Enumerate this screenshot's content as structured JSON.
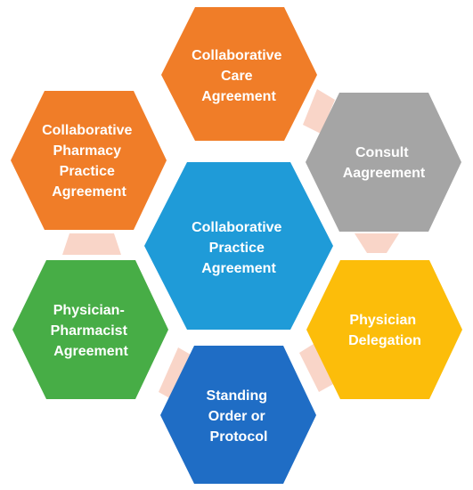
{
  "hexagons": {
    "care": {
      "lines": [
        "Collaborative",
        "Care",
        "Agreement"
      ],
      "color": "#f07d28"
    },
    "pharmacy": {
      "lines": [
        "Collaborative",
        "Pharmacy",
        "Practice",
        "Agreement"
      ],
      "color": "#f07d28"
    },
    "consult": {
      "lines": [
        "Consult",
        "Aagreement"
      ],
      "color": "#a5a5a5"
    },
    "center": {
      "lines": [
        "Collaborative",
        "Practice",
        "Agreement"
      ],
      "color": "#1f9bd8"
    },
    "physician_pharmacist": {
      "lines": [
        "Physician-",
        "Pharmacist",
        "Agreement"
      ],
      "color": "#47ad46"
    },
    "delegation": {
      "lines": [
        "Physician",
        "Delegation"
      ],
      "color": "#fcbd0a"
    },
    "standing": {
      "lines": [
        "Standing",
        "Order or",
        "Protocol"
      ],
      "color": "#1f6dc5"
    }
  },
  "connector_color": "#f9d5c8"
}
